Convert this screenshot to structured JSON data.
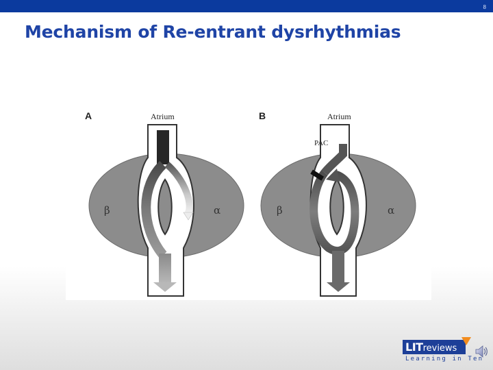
{
  "slide": {
    "number": "8",
    "title": "Mechanism of Re-entrant dysrhythmias"
  },
  "figure": {
    "panels": [
      {
        "letter": "A",
        "top_label": "Atrium",
        "left_label": "β",
        "right_label": "α"
      },
      {
        "letter": "B",
        "top_label": "Atrium",
        "trigger_label": "PAC",
        "left_label": "β",
        "right_label": "α"
      }
    ]
  },
  "logo": {
    "brand_bold": "LIT",
    "brand_light": "reviews",
    "tagline": "Learning in Ten"
  },
  "icons": {
    "speaker": "speaker-icon",
    "logo_mark": "star-triangle-icon"
  },
  "colors": {
    "top_bar": "#0b3a9e",
    "title": "#1f44a6",
    "tissue_gray": "#8c8c8c",
    "logo_blue": "#1d3f98",
    "logo_orange": "#f28c1e"
  }
}
